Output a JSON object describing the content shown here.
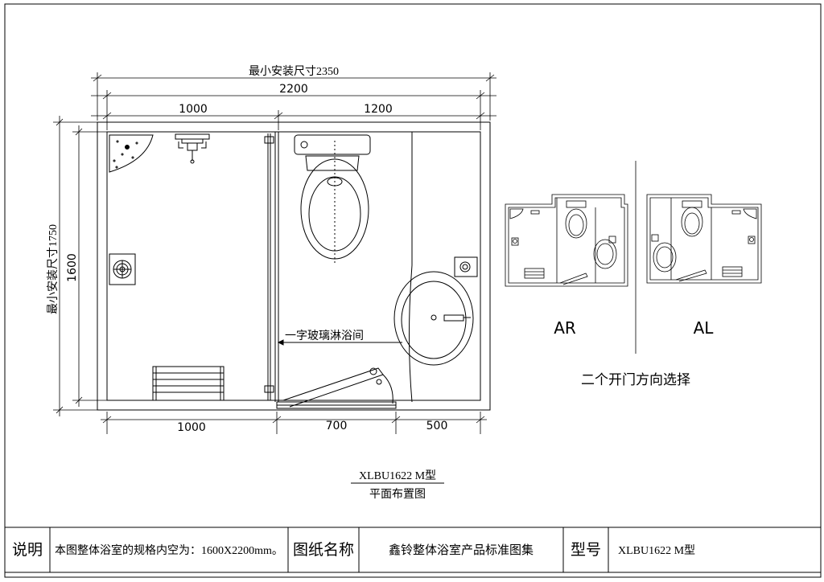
{
  "dimensions": {
    "min_install_width": "最小安装尺寸2350",
    "total_width": "2200",
    "top_left": "1000",
    "top_right": "1200",
    "height": "1600",
    "min_install_height": "最小安装尺寸1750",
    "bottom_left": "1000",
    "bottom_mid": "700",
    "bottom_right": "500"
  },
  "labels": {
    "shower_partition": "一字玻璃淋浴间",
    "door_option_right": "AR",
    "door_option_left": "AL",
    "door_choice": "二个开门方向选择"
  },
  "drawing_title": {
    "model": "XLBU1622 M型",
    "subtitle": "平面布置图"
  },
  "title_block": {
    "note_label": "说明",
    "note_text": "本图整体浴室的规格内空为：1600X2200mm。",
    "drawing_name_label": "图纸名称",
    "drawing_name": "鑫铃整体浴室产品标准图集",
    "model_label": "型号",
    "model_value": "XLBU1622 M型"
  }
}
